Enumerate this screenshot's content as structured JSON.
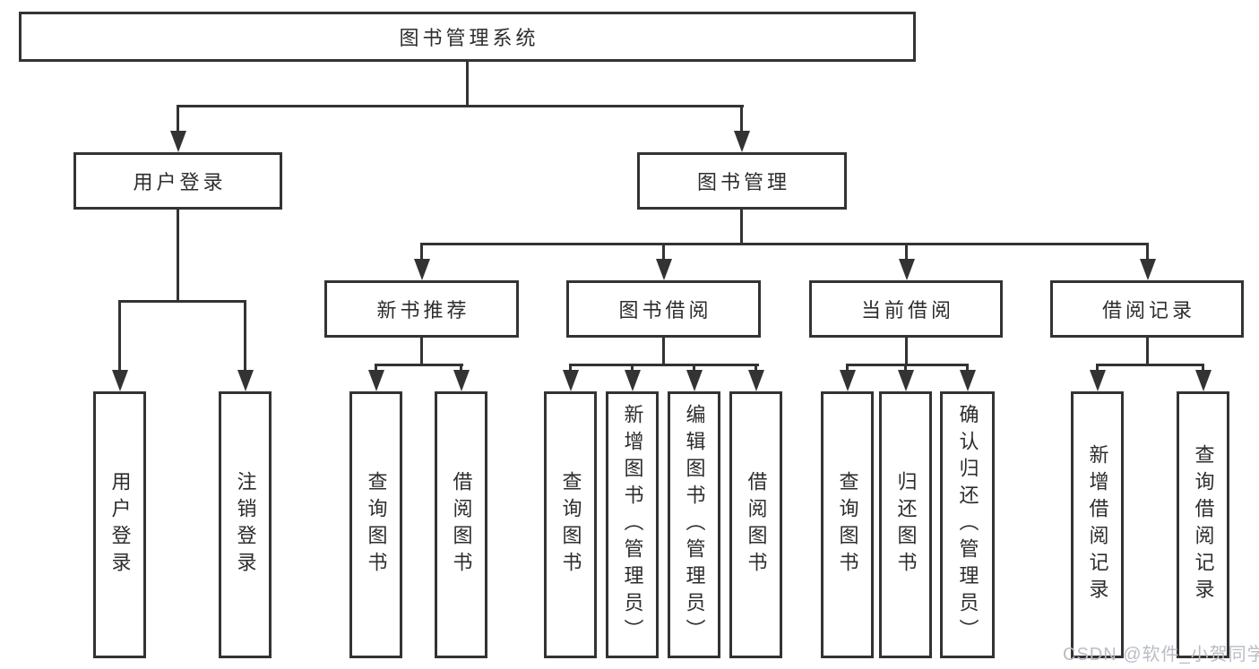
{
  "colors": {
    "background": "#ffffff",
    "line": "#333333",
    "box_border": "#333333",
    "text": "#2d2d2d",
    "watermark": "#b9bdc4"
  },
  "watermark": {
    "text": "CSDN @软件_小贺同学"
  },
  "tree": {
    "root": {
      "label": "图书管理系统",
      "children": [
        {
          "label": "用户登录",
          "children": [
            {
              "label": "用户登录"
            },
            {
              "label": "注销登录"
            }
          ]
        },
        {
          "label": "图书管理",
          "children": [
            {
              "label": "新书推荐",
              "children": [
                {
                  "label": "查询图书"
                },
                {
                  "label": "借阅图书"
                }
              ]
            },
            {
              "label": "图书借阅",
              "children": [
                {
                  "label": "查询图书"
                },
                {
                  "label": "新增图书（管理员）"
                },
                {
                  "label": "编辑图书（管理员）"
                },
                {
                  "label": "借阅图书"
                }
              ]
            },
            {
              "label": "当前借阅",
              "children": [
                {
                  "label": "查询图书"
                },
                {
                  "label": "归还图书"
                },
                {
                  "label": "确认归还（管理员）"
                }
              ]
            },
            {
              "label": "借阅记录",
              "children": [
                {
                  "label": "新增借阅记录"
                },
                {
                  "label": "查询借阅记录"
                }
              ]
            }
          ]
        }
      ]
    }
  }
}
